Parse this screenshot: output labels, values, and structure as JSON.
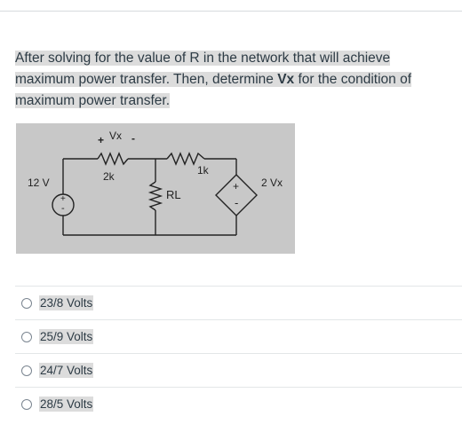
{
  "question": {
    "part1": "After solving for the value of R in the network that will achieve maximum power transfer.  Then, determine ",
    "bold": "Vx",
    "part2": " for the condition of maximum power transfer."
  },
  "circuit": {
    "labels": {
      "source": "12 V",
      "vx_plus": "+",
      "vx": "Vx",
      "vx_minus": "-",
      "r1": "2k",
      "r2": "1k",
      "rl": "RL",
      "dep_source": "2 Vx",
      "src_plus": "+",
      "src_minus": "-",
      "dep_plus": "+",
      "dep_minus": "-"
    }
  },
  "answers": [
    {
      "label": "23/8 Volts"
    },
    {
      "label": "25/9 Volts"
    },
    {
      "label": "24/7 Volts"
    },
    {
      "label": "28/5 Volts"
    }
  ]
}
